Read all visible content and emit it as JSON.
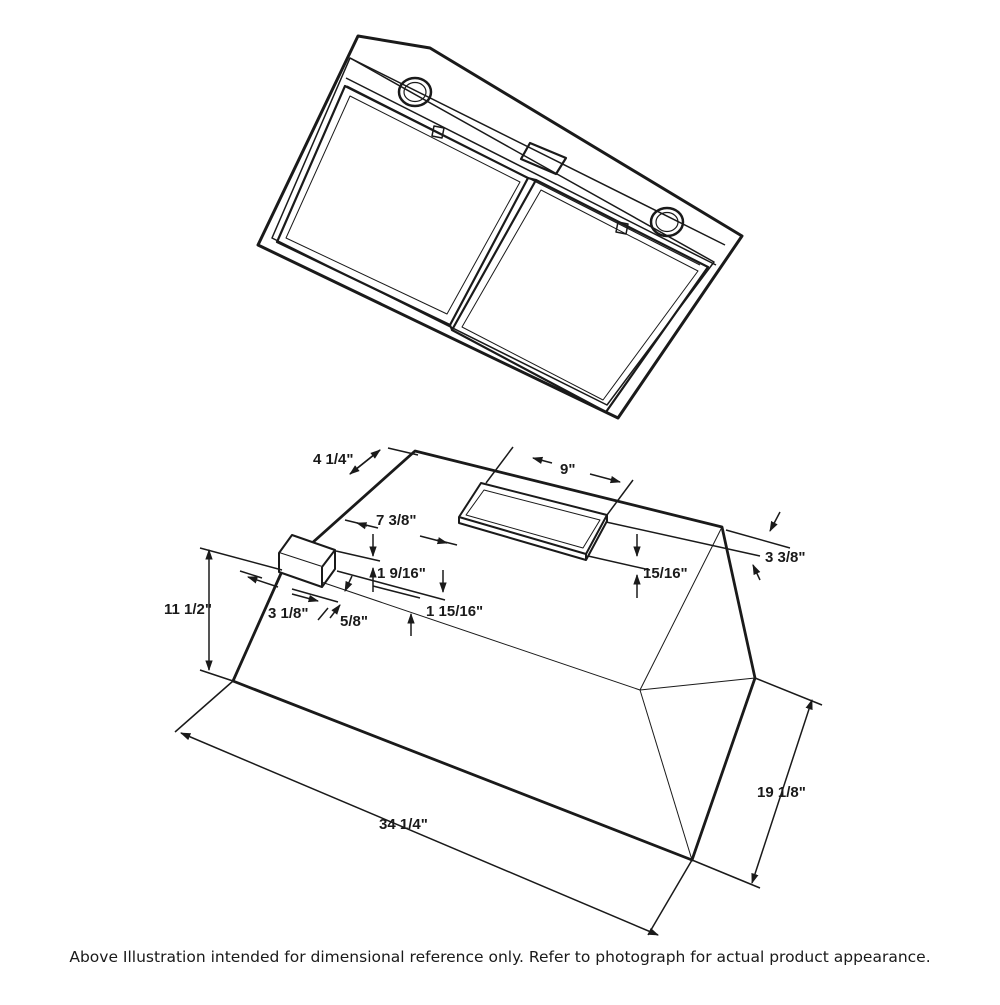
{
  "dimensions": {
    "d_4_1_4": "4 1/4\"",
    "d_9": "9\"",
    "d_7_3_8": "7 3/8\"",
    "d_3_3_8": "3 3/8\"",
    "d_1_9_16": "1 9/16\"",
    "d_15_16": "15/16\"",
    "d_11_1_2": "11 1/2\"",
    "d_3_1_8": "3 1/8\"",
    "d_1_15_16": "1 15/16\"",
    "d_5_8": "5/8\"",
    "d_19_1_8": "19 1/8\"",
    "d_34_1_4": "34 1/4\""
  },
  "caption": "Above Illustration intended for dimensional reference only. Refer to photograph for actual product appearance."
}
